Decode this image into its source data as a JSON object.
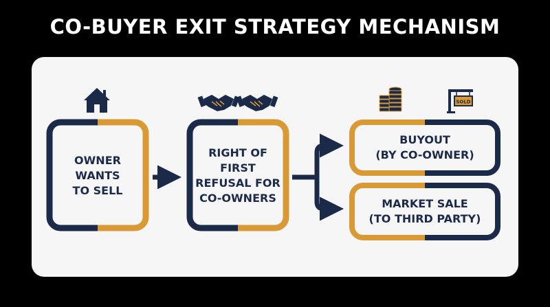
{
  "title": "CO-BUYER EXIT STRATEGY MECHANISM",
  "colors": {
    "navy": "#1c2a4a",
    "gold": "#d99a36",
    "panel": "#f6f6f6",
    "background": "#000000"
  },
  "nodes": {
    "owner": {
      "label": "OWNER\nWANTS\nTO SELL",
      "icon": "house-icon"
    },
    "rofr": {
      "label": "RIGHT OF\nFIRST\nREFUSAL FOR\nCO-OWNERS",
      "icons": [
        "handshake-icon",
        "handshake-icon"
      ]
    },
    "buyout": {
      "label": "BUYOUT\n(BY CO-OWNER)",
      "icon": "coin-stack-icon"
    },
    "market": {
      "label": "MARKET SALE\n(TO THIRD PARTY)",
      "icon": "sold-sign-icon",
      "sign_text": "SOLD"
    }
  }
}
